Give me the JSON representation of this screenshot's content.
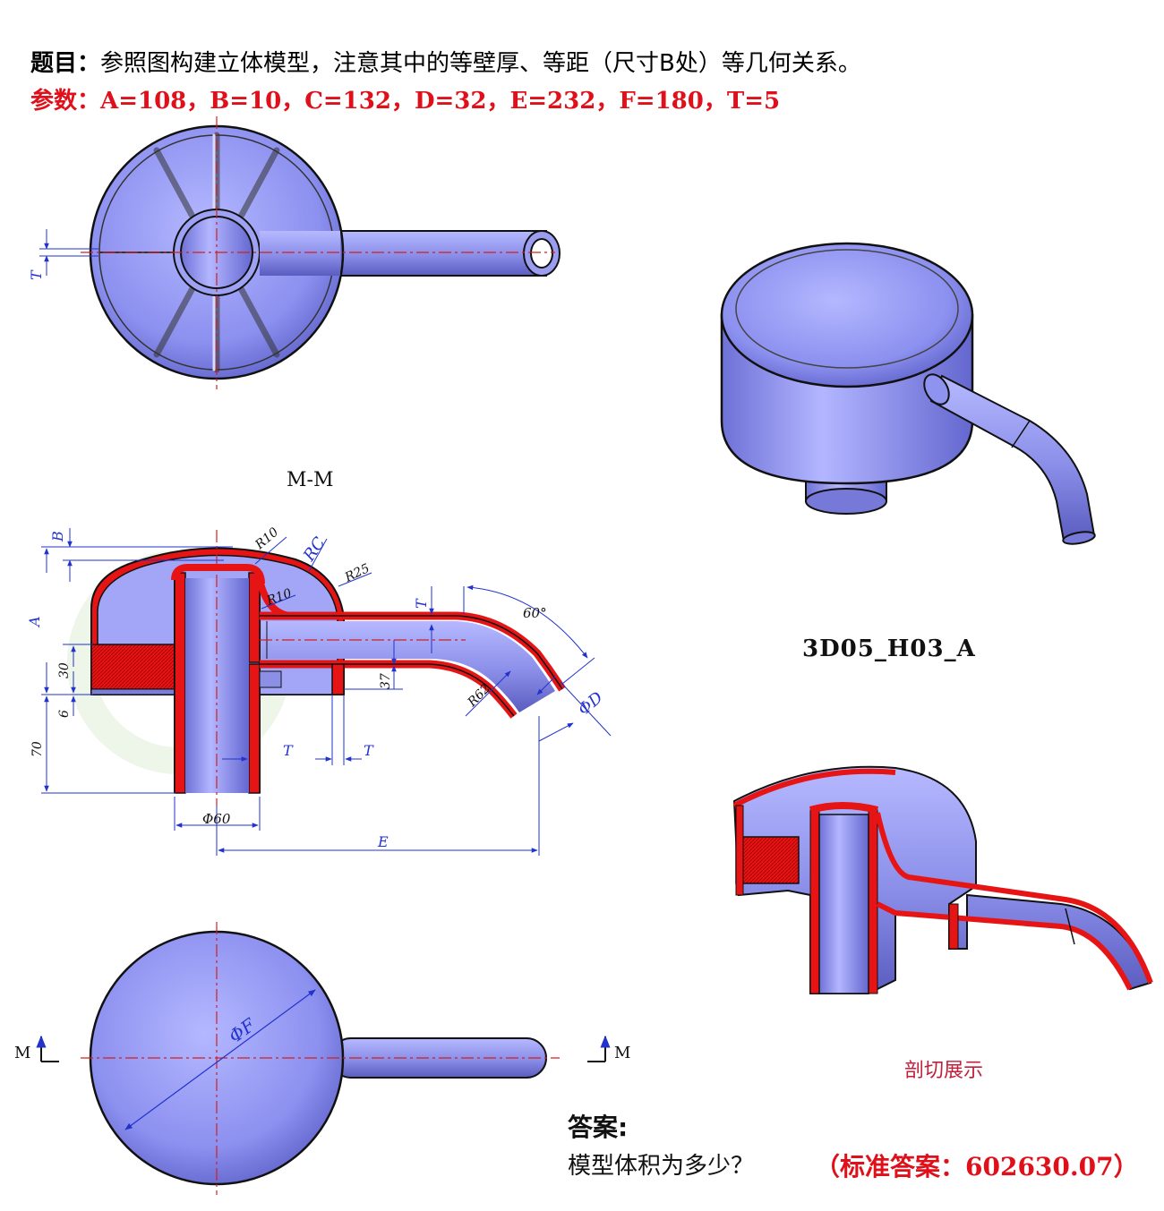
{
  "header": {
    "title_label": "题目：",
    "title_text": "参照图构建立体模型，注意其中的等壁厚、等距（尺寸B处）等几何关系。",
    "params_label": "参数：",
    "params_text": "A=108，B=10，C=132，D=32，E=232，F=180，T=5"
  },
  "views": {
    "section_title": "M-M",
    "model_id": "3D05_H03_A",
    "cut_caption": "剖切展示",
    "section_marker_left": "M",
    "section_marker_right": "M"
  },
  "dimensions": {
    "T": "T",
    "B": "B",
    "A": "A",
    "R10_top": "R10",
    "RC": "RC",
    "R25": "R25",
    "R10_inner": "R10",
    "angle": "60°",
    "dim30": "30",
    "dim6": "6",
    "dim70": "70",
    "dim37": "37",
    "R62": "R62",
    "phiD": "ΦD",
    "phi60": "Φ60",
    "E": "E",
    "phiF": "ΦF"
  },
  "answer": {
    "heading": "答案:",
    "question": "模型体积为多少？",
    "value": "（标准答案：602630.07）"
  },
  "colors": {
    "body": "#8f93f0",
    "body_dark": "#5c5fc4",
    "section_red": "#e61414",
    "dimension_blue": "#2233cc",
    "centerline": "#d02020"
  }
}
